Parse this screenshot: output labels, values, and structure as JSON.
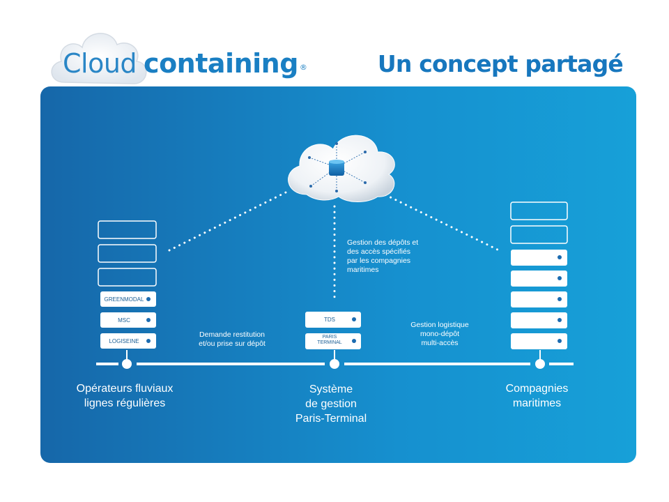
{
  "logo": {
    "word1": "Cloud",
    "word2": "containing",
    "registered": "®",
    "color": "#1a7fc3"
  },
  "headline": "Un concept partagé",
  "colors": {
    "panel_start": "#1667a9",
    "panel_end": "#17a0d8",
    "accent": "#1a7fc3"
  },
  "left_stack": {
    "servers": [
      "GREENMODAL",
      "MSC",
      "LOGISEINE"
    ],
    "caption_line1": "Opérateurs fluviaux",
    "caption_line2": "lignes régulières"
  },
  "center_stack": {
    "servers": [
      "TDS",
      "PARIS",
      "TERMINAL"
    ],
    "caption_line1": "Système",
    "caption_line2": "de gestion",
    "caption_line3": "Paris-Terminal"
  },
  "right_stack": {
    "caption_line1": "Compagnies",
    "caption_line2": "maritimes"
  },
  "annotations": {
    "restitution_line1": "Demande restitution",
    "restitution_line2": "et/ou prise sur dépôt",
    "gestion_depots_line1": "Gestion des dépôts et",
    "gestion_depots_line2": "des accès spécifiés",
    "gestion_depots_line3": "par les compagnies",
    "gestion_depots_line4": "maritimes",
    "logistique_line1": "Gestion logistique",
    "logistique_line2": "mono-dépôt",
    "logistique_line3": "multi-accès"
  },
  "icons": [
    "cloud-icon",
    "database-icon",
    "server-icon"
  ]
}
